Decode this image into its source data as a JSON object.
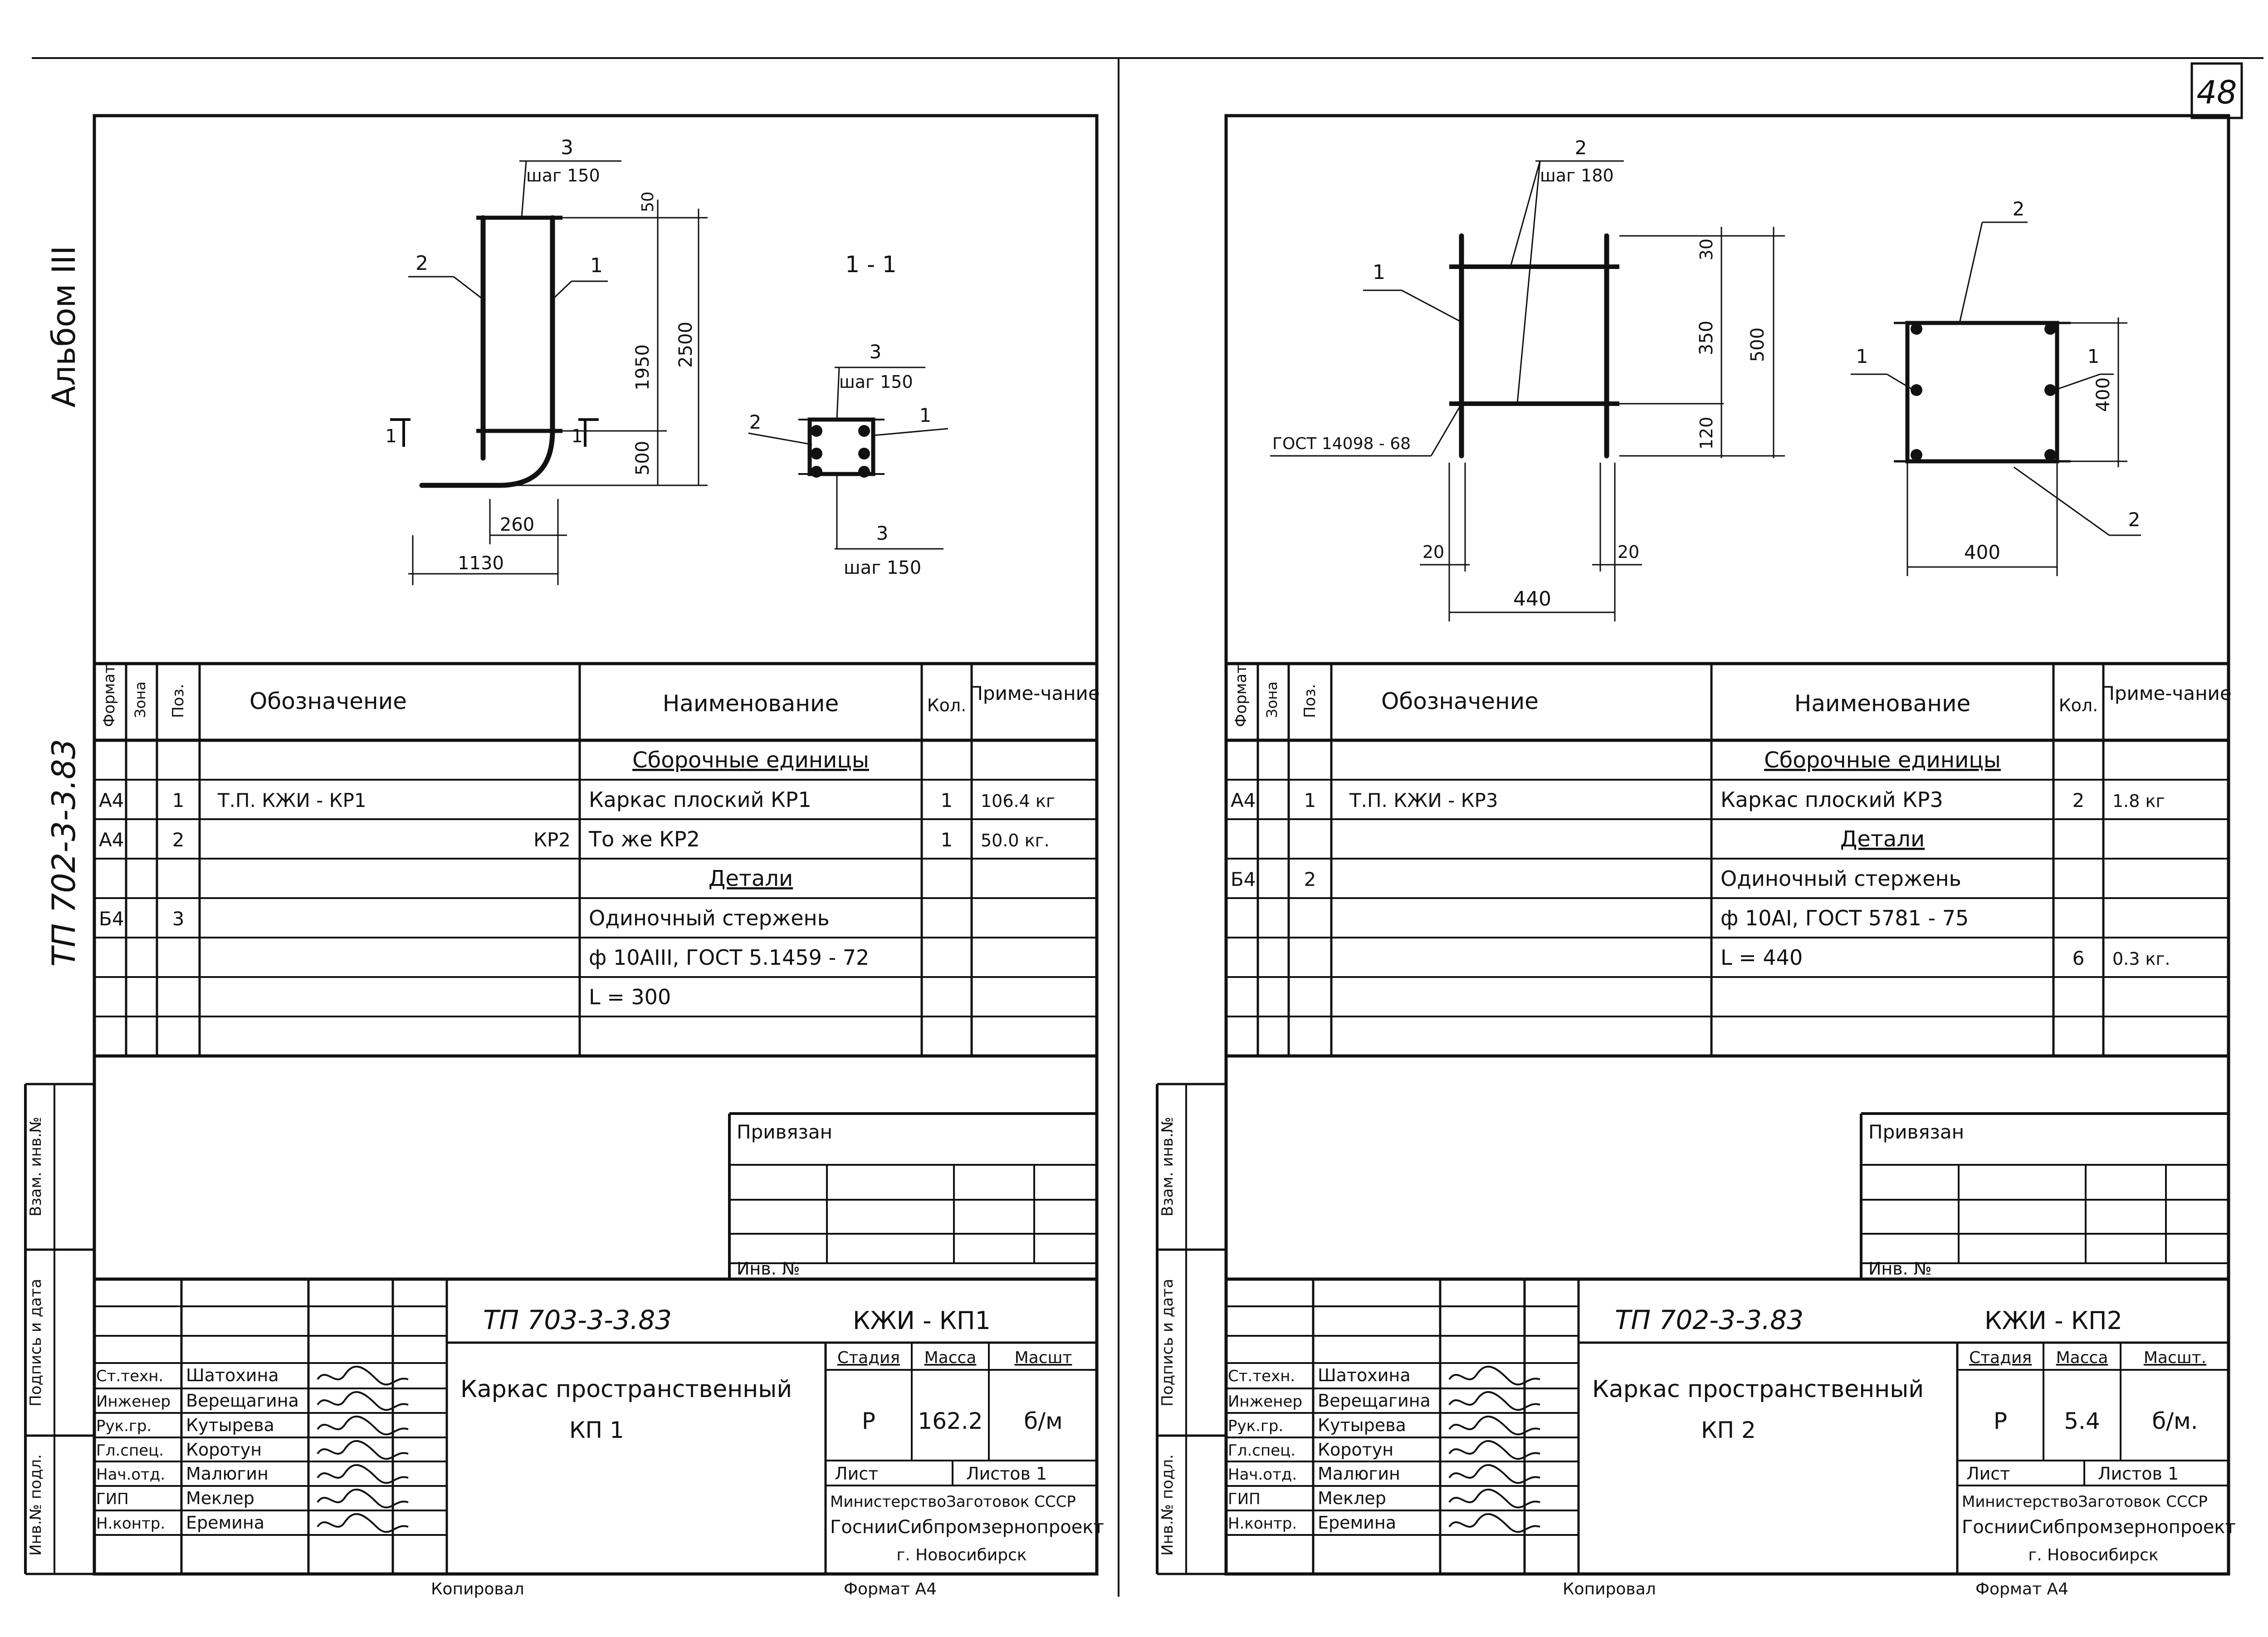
{
  "page_number": "48",
  "left_sheet": {
    "side_caption": "Альбом III",
    "side_code": "ТП  702-3-3.83",
    "margin_labels": [
      "Взам. инв.№",
      "Подпись и дата",
      "Инв.№ подл."
    ],
    "drawing": {
      "dim_pos3_top": "3",
      "dim_step_top": "шаг 150",
      "dim_50": "50",
      "dim_1950": "1950",
      "dim_2500": "2500",
      "dim_500": "500",
      "dim_260": "260",
      "dim_1130": "1130",
      "leader_2": "2",
      "leader_1": "1",
      "cut_mark": "1",
      "section_title": "1 - 1",
      "sec_pos3_top": "3",
      "sec_step_top": "шаг 150",
      "sec_leader_2": "2",
      "sec_leader_1": "1",
      "sec_pos3_bottom": "3",
      "sec_step_bottom": "шаг 150"
    },
    "spec": {
      "headers": {
        "format": "Формат",
        "zone": "Зона",
        "pos": "Поз.",
        "designation": "Обозначение",
        "name": "Наименование",
        "qty": "Кол.",
        "note": "Приме-чание"
      },
      "rows": [
        {
          "format": "",
          "pos": "",
          "designation": "",
          "name": "Сборочные единицы",
          "qty": "",
          "note": "",
          "u": true
        },
        {
          "format": "А4",
          "pos": "1",
          "designation": "Т.П.                КЖИ - КР1",
          "name": "Каркас плоский     КР1",
          "qty": "1",
          "note": "106.4 кг"
        },
        {
          "format": "А4",
          "pos": "2",
          "designation": "КР2",
          "name": "То же                  КР2",
          "qty": "1",
          "note": "50.0 кг."
        },
        {
          "format": "",
          "pos": "",
          "designation": "",
          "name": "Детали",
          "qty": "",
          "note": "",
          "u": true
        },
        {
          "format": "Б4",
          "pos": "3",
          "designation": "",
          "name": "Одиночный  стержень",
          "qty": "",
          "note": ""
        },
        {
          "format": "",
          "pos": "",
          "designation": "",
          "name": "ф 10АIII, ГОСТ 5.1459 - 72",
          "qty": "",
          "note": ""
        },
        {
          "format": "",
          "pos": "",
          "designation": "",
          "name": "L = 300",
          "qty": "",
          "note": ""
        },
        {
          "format": "",
          "pos": "",
          "designation": "",
          "name": "",
          "qty": "",
          "note": ""
        }
      ]
    },
    "privyazan": "Привязан",
    "inv_no": "Инв. №",
    "stamp": {
      "code": "ТП   703-3-3.83",
      "mark": "КЖИ - КП1",
      "title_line1": "Каркас пространственный",
      "title_line2": "КП 1",
      "stage_label": "Стадия",
      "mass_label": "Масса",
      "scale_label": "Масшт",
      "stage": "Р",
      "mass": "162.2",
      "scale": "б/м",
      "sheet_label": "Лист",
      "sheets_label": "Листов 1",
      "org_line1": "МинистерствоЗаготовок СССР",
      "org_line2": "ГоснииСибпромзернопроект",
      "org_line3": "г. Новосибирск",
      "roles": [
        "Ст.техн.",
        "Инженер",
        "Рук.гр.",
        "Гл.спец.",
        "Нач.отд.",
        "ГИП",
        "Н.контр."
      ],
      "names": [
        "Шатохина",
        "Верещагина",
        "Кутырева",
        "Коротун",
        "Малюгин",
        "Меклер",
        "Еремина"
      ]
    },
    "copied": "Копировал",
    "format_note": "Формат А4"
  },
  "right_sheet": {
    "margin_labels": [
      "Взам. инв.№",
      "Подпись и дата",
      "Инв.№ подл."
    ],
    "drawing": {
      "dim_pos2_top": "2",
      "dim_step_top": "шаг 180",
      "dim_30": "30",
      "dim_350": "350",
      "dim_500": "500",
      "dim_120": "120",
      "dim_20_left": "20",
      "dim_20_right": "20",
      "dim_440": "440",
      "leader_1": "1",
      "gost_note": "ГОСТ 14098 - 68",
      "sq_leader_2_top": "2",
      "sq_leader_1_left": "1",
      "sq_leader_1_right": "1",
      "sq_dim_400_side": "400",
      "sq_dim_400_bottom": "400",
      "sq_leader_2_bottom": "2"
    },
    "spec": {
      "headers": {
        "format": "Формат",
        "zone": "Зона",
        "pos": "Поз.",
        "designation": "Обозначение",
        "name": "Наименование",
        "qty": "Кол.",
        "note": "Приме-чание"
      },
      "rows": [
        {
          "format": "",
          "pos": "",
          "designation": "",
          "name": "Сборочные единицы",
          "qty": "",
          "note": "",
          "u": true
        },
        {
          "format": "А4",
          "pos": "1",
          "designation": "Т.П.               КЖИ - КР3",
          "name": "Каркас плоский   КР3",
          "qty": "2",
          "note": "1.8 кг"
        },
        {
          "format": "",
          "pos": "",
          "designation": "",
          "name": "Детали",
          "qty": "",
          "note": "",
          "u": true
        },
        {
          "format": "Б4",
          "pos": "2",
          "designation": "",
          "name": "Одиночный  стержень",
          "qty": "",
          "note": ""
        },
        {
          "format": "",
          "pos": "",
          "designation": "",
          "name": "ф 10АI, ГОСТ 5781 - 75",
          "qty": "",
          "note": ""
        },
        {
          "format": "",
          "pos": "",
          "designation": "",
          "name": "L = 440",
          "qty": "6",
          "note": "0.3 кг."
        },
        {
          "format": "",
          "pos": "",
          "designation": "",
          "name": "",
          "qty": "",
          "note": ""
        },
        {
          "format": "",
          "pos": "",
          "designation": "",
          "name": "",
          "qty": "",
          "note": ""
        }
      ]
    },
    "privyazan": "Привязан",
    "inv_no": "Инв. №",
    "stamp": {
      "code": "ТП   702-3-3.83",
      "mark": "КЖИ - КП2",
      "title_line1": "Каркас пространственный",
      "title_line2": "КП 2",
      "stage_label": "Стадия",
      "mass_label": "Масса",
      "scale_label": "Масшт.",
      "stage": "Р",
      "mass": "5.4",
      "scale": "б/м.",
      "sheet_label": "Лист",
      "sheets_label": "Листов 1",
      "org_line1": "МинистерствоЗаготовок СССР",
      "org_line2": "ГоснииСибпромзернопроект",
      "org_line3": "г. Новосибирск",
      "roles": [
        "Ст.техн.",
        "Инженер",
        "Рук.гр.",
        "Гл.спец.",
        "Нач.отд.",
        "ГИП",
        "Н.контр."
      ],
      "names": [
        "Шатохина",
        "Верещагина",
        "Кутырева",
        "Коротун",
        "Малюгин",
        "Меклер",
        "Еремина"
      ]
    },
    "copied": "Копировал",
    "format_note": "Формат А4"
  }
}
